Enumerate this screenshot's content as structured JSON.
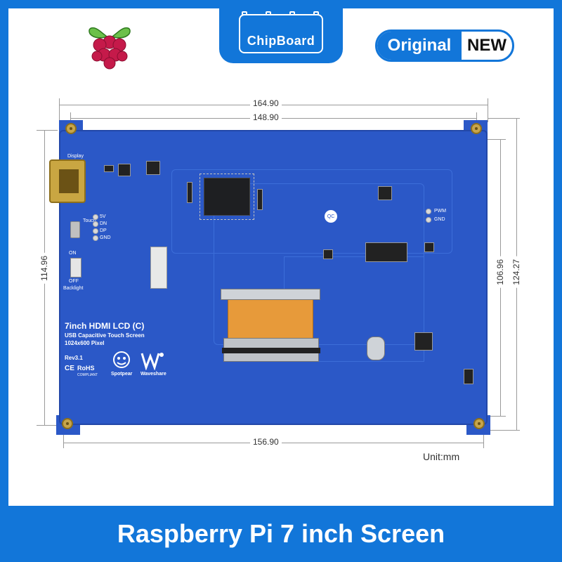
{
  "brand": {
    "store_name": "ChipBoard",
    "badge_left": "Original",
    "badge_right": "NEW",
    "accent_color": "#1276d9"
  },
  "dimensions": {
    "top_outer": "164.90",
    "top_inner": "148.90",
    "bottom": "156.90",
    "left": "114.96",
    "right_inner": "106.96",
    "right_outer": "124.27",
    "unit": "Unit:mm"
  },
  "pcb": {
    "color": "#2b58c7",
    "labels": {
      "display": "Display",
      "touch": "Touch",
      "backlight": "Backlight",
      "on": "ON",
      "off": "OFF",
      "pin_5v": "5V",
      "pin_dn": "DN",
      "pin_dp": "DP",
      "pin_gnd": "GND",
      "pwm": "PWM",
      "gnd": "GND",
      "title": "7inch HDMI LCD (C)",
      "subtitle": "USB Capacitive Touch Screen",
      "resolution": "1024x600 Pixel",
      "rev": "Rev3.1",
      "ce": "CE",
      "rohs": "RoHS",
      "compliant": "COMPLIANT",
      "spotpear": "Spotpear",
      "waveshare": "Waveshare",
      "qc": "QC"
    }
  },
  "banner": {
    "text": "Raspberry Pi 7 inch Screen"
  }
}
